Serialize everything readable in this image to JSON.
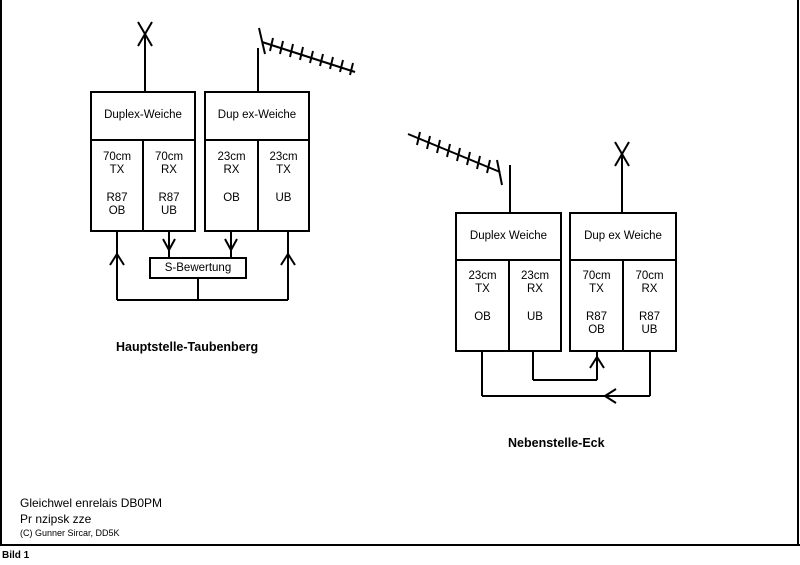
{
  "colors": {
    "line": "#000000",
    "background": "#ffffff"
  },
  "main_station": {
    "name": "Hauptstelle-Taubenberg",
    "diplexer_70": "Duplex-Weiche",
    "diplexer_23": "Dup ex-Weiche",
    "cells": [
      {
        "band": "70cm",
        "dir": "TX",
        "ch": "R87",
        "side": "OB"
      },
      {
        "band": "70cm",
        "dir": "RX",
        "ch": "R87",
        "side": "UB"
      },
      {
        "band": "23cm",
        "dir": "RX",
        "ch": "",
        "side": "OB"
      },
      {
        "band": "23cm",
        "dir": "TX",
        "ch": "",
        "side": "UB"
      }
    ],
    "evaluator": "S-Bewertung"
  },
  "sub_station": {
    "name": "Nebenstelle-Eck",
    "diplexer_23": "Duplex Weiche",
    "diplexer_70": "Dup ex Weiche",
    "cells": [
      {
        "band": "23cm",
        "dir": "TX",
        "ch": "",
        "side": "OB"
      },
      {
        "band": "23cm",
        "dir": "RX",
        "ch": "",
        "side": "UB"
      },
      {
        "band": "70cm",
        "dir": "TX",
        "ch": "R87",
        "side": "OB"
      },
      {
        "band": "70cm",
        "dir": "RX",
        "ch": "R87",
        "side": "UB"
      }
    ]
  },
  "footer": {
    "title": "Gleichwel enrelais DB0PM",
    "subtitle": "Pr nzipsk zze",
    "credit": "(C) Gunner Sircar, DD5K"
  },
  "caption": "Bild 1"
}
